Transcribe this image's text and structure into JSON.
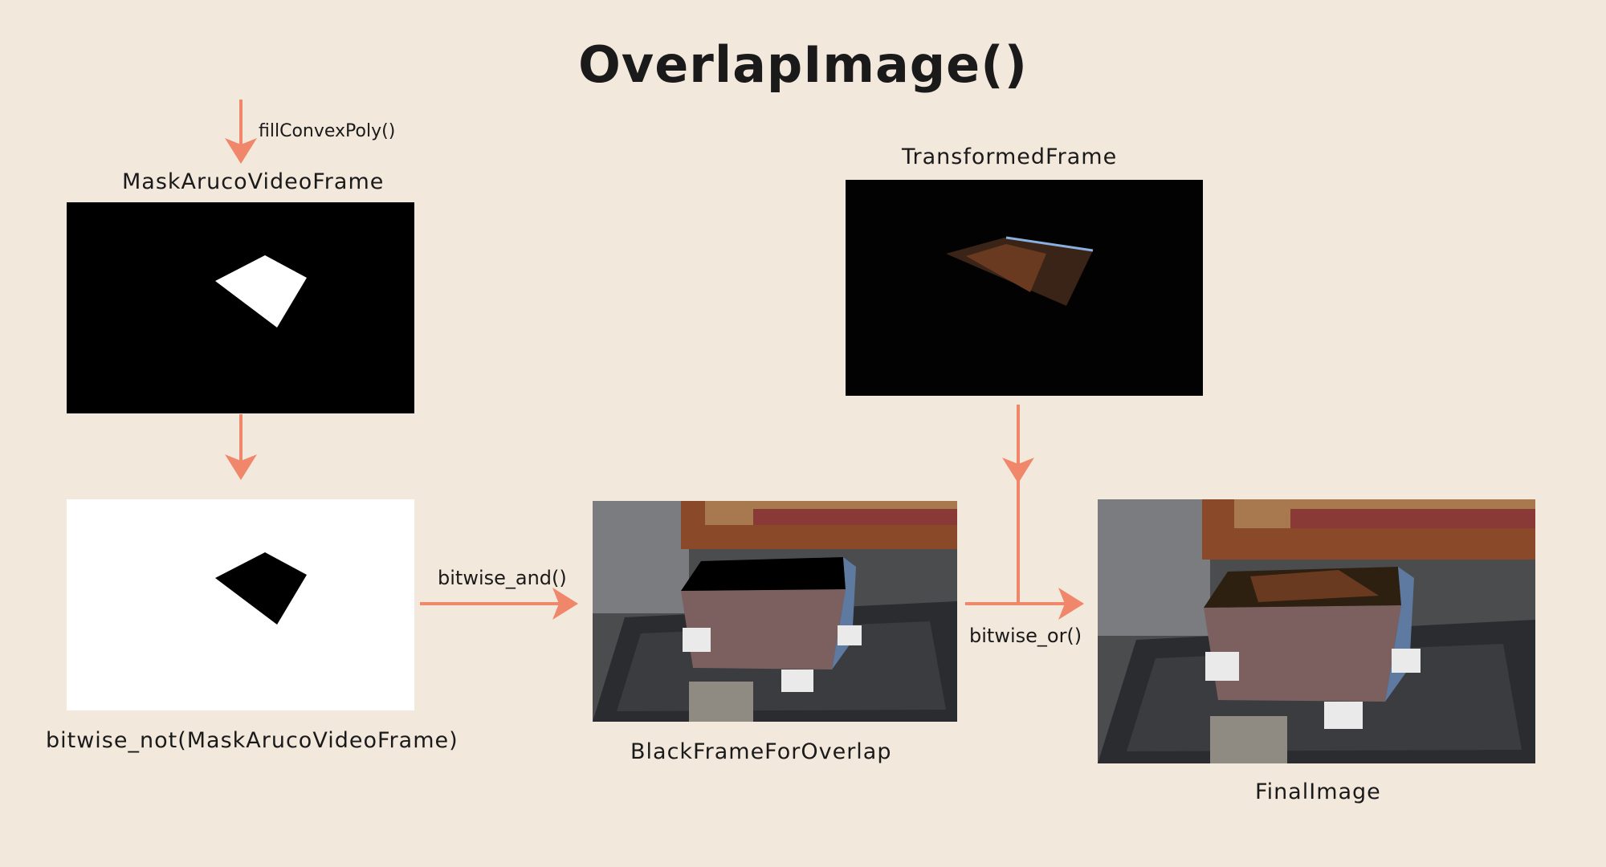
{
  "title": "OverlapImage()",
  "steps": {
    "fill_label": "fillConvexPoly()",
    "mask_label": "MaskArucoVideoFrame",
    "not_label": "bitwise_not(MaskArucoVideoFrame)",
    "and_label": "bitwise_and()",
    "black_label": "BlackFrameForOverlap",
    "transformed_label": "TransformedFrame",
    "or_label": "bitwise_or()",
    "final_label": "FinalImage"
  },
  "colors": {
    "background": "#f2e8dc",
    "arrow": "#f0876a"
  },
  "icons": [
    "arrow-down",
    "arrow-right"
  ]
}
